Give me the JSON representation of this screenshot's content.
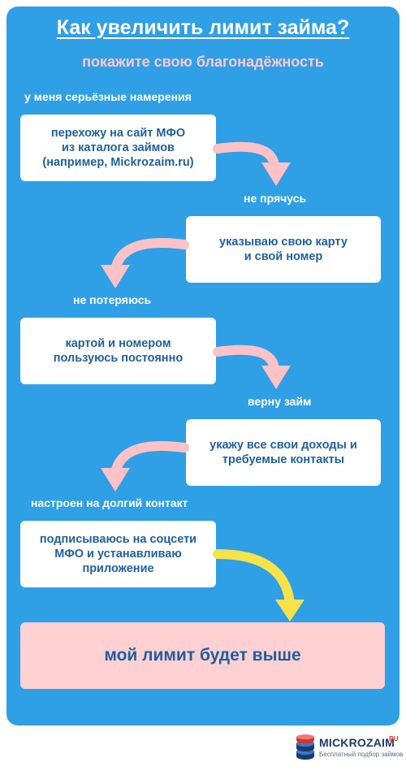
{
  "title": "Как увеличить лимит займа?",
  "subtitle": "покажите свою благонадёжность",
  "steps": [
    {
      "label": "у меня серьёзные намерения",
      "text": "перехожу на сайт МФО\nиз каталога займов\n(например, Mickrozaim.ru)"
    },
    {
      "label": "не прячусь",
      "text": "указываю свою карту\nи свой номер"
    },
    {
      "label": "не потеряюсь",
      "text": "картой и номером\nпользуюсь постоянно"
    },
    {
      "label": "верну займ",
      "text": "укажу все свои доходы и\nтребуемые контакты"
    },
    {
      "label": "настроен на долгий контакт",
      "text": "подписываюсь на соцсети\nМФО и устанавливаю\nприложение"
    }
  ],
  "result": "мой лимит будет выше",
  "logo": {
    "name": "MICKROZAIM",
    "suffix": "RU",
    "tagline": "Бесплатный подбор займов"
  },
  "colors": {
    "background": "#2f9fe6",
    "box": "#ffffff",
    "box_text": "#1f5f9e",
    "subtitle": "#ffc8cc",
    "arrow_pink": "#fdc2c6",
    "arrow_yellow": "#f7e24a",
    "result_bg": "#fdd0d2"
  }
}
